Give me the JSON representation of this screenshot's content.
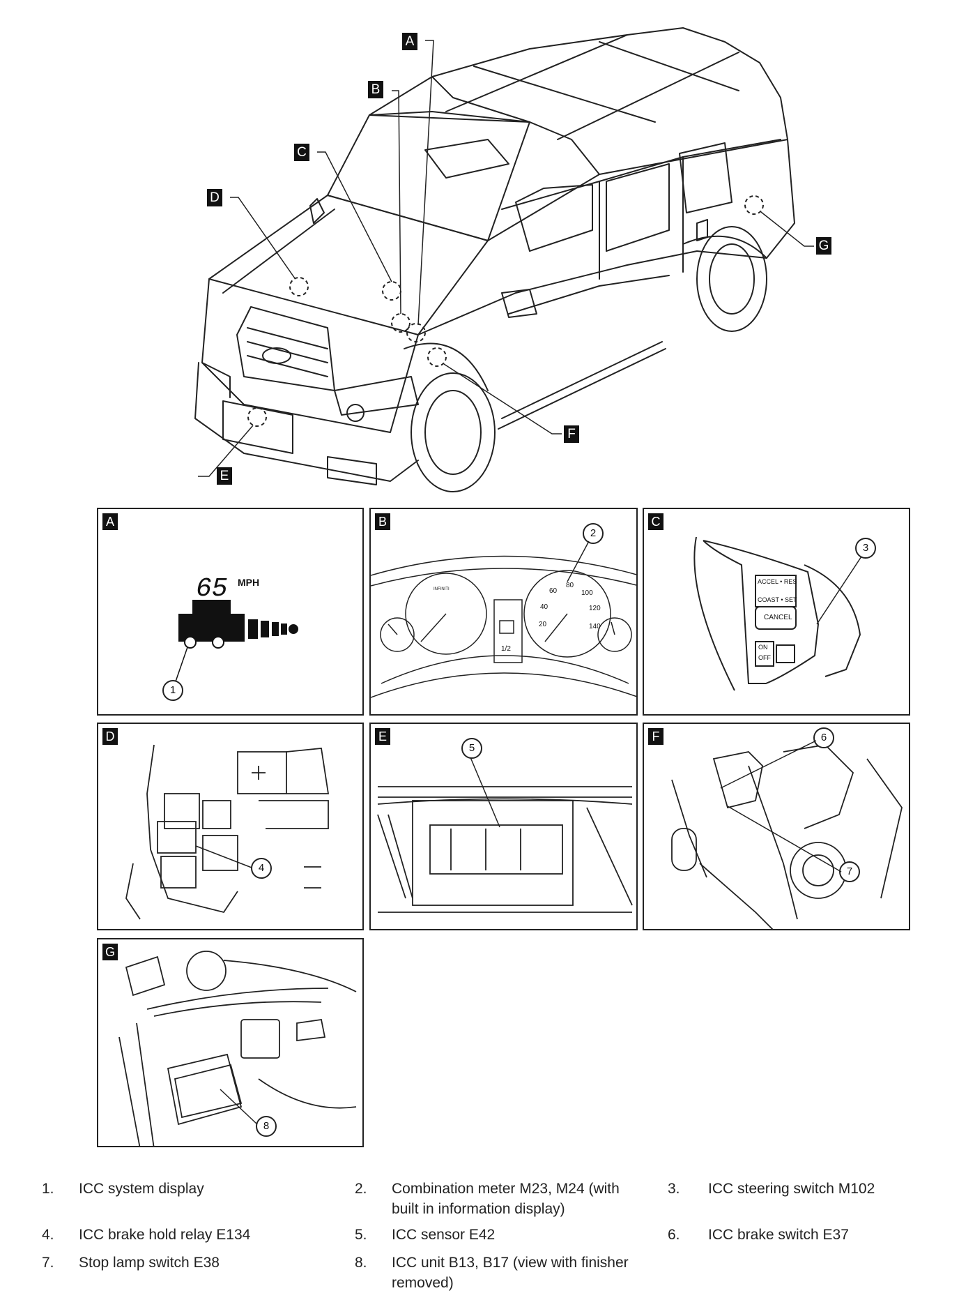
{
  "overview": {
    "callouts": [
      "A",
      "B",
      "C",
      "D",
      "E",
      "F",
      "G"
    ]
  },
  "panels": {
    "A": {
      "tag": "A",
      "speed": "65",
      "unit": "MPH",
      "marker": "1"
    },
    "B": {
      "tag": "B",
      "marker": "2",
      "gauge_ticks": [
        "20",
        "40",
        "60",
        "80",
        "100",
        "120",
        "140"
      ],
      "fuel_label": "1/2",
      "brand": "INFINITI"
    },
    "C": {
      "tag": "C",
      "marker": "3",
      "buttons": [
        "ACCEL • RES",
        "COAST • SET",
        "CANCEL",
        "ON",
        "OFF"
      ]
    },
    "D": {
      "tag": "D",
      "marker": "4"
    },
    "E": {
      "tag": "E",
      "marker": "5"
    },
    "F": {
      "tag": "F",
      "markers": [
        "6",
        "7"
      ]
    },
    "G": {
      "tag": "G",
      "marker": "8"
    }
  },
  "legend": [
    {
      "num": "1.",
      "text": "ICC system display"
    },
    {
      "num": "2.",
      "text": "Combination meter M23, M24 (with",
      "text2": "built in information display)"
    },
    {
      "num": "3.",
      "text": "ICC steering switch M102"
    },
    {
      "num": "4.",
      "text": "ICC brake hold relay E134"
    },
    {
      "num": "5.",
      "text": "ICC sensor E42"
    },
    {
      "num": "6.",
      "text": "ICC brake switch E37"
    },
    {
      "num": "7.",
      "text": "Stop lamp switch E38"
    },
    {
      "num": "8.",
      "text": "ICC unit B13, B17 (view with finisher",
      "text2": "removed)"
    }
  ]
}
